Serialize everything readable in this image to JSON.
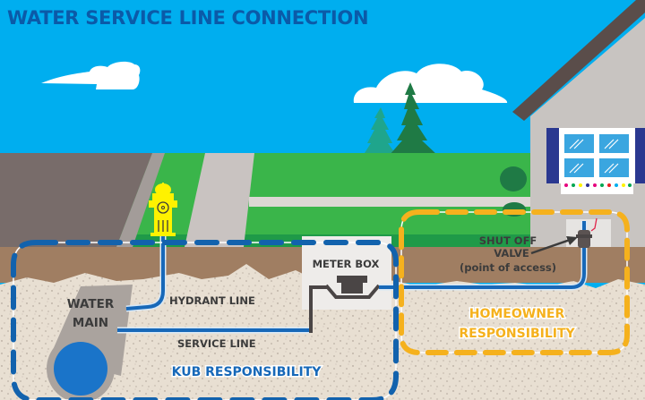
{
  "title": "WATER SERVICE LINE CONNECTION",
  "labels": {
    "water_main_line1": "WATER",
    "water_main_line2": "MAIN",
    "hydrant_line": "HYDRANT LINE",
    "service_line": "SERVICE LINE",
    "meter_box": "METER BOX",
    "shut_off_line1": "SHUT OFF",
    "shut_off_line2": "VALVE",
    "shut_off_note": "(point of access)",
    "kub_responsibility": "KUB RESPONSIBILITY",
    "homeowner_line1": "HOMEOWNER",
    "homeowner_line2": "RESPONSIBILITY"
  },
  "colors": {
    "sky": "#00aeef",
    "title": "#0b5aa8",
    "grass": "#3ab54a",
    "dark_grass": "#1f9a48",
    "road": "#786c6a",
    "sidewalk": "#c9c3c1",
    "topsoil": "#a07e62",
    "subsoil": "#e8dfd2",
    "pipe": "#1768b8",
    "kub_boundary": "#1262ad",
    "homeowner_boundary": "#f5b11d",
    "house_wall": "#c8c4c1",
    "roof": "#5a4d4a",
    "shutter": "#2a3890",
    "hydrant": "#fff200"
  }
}
